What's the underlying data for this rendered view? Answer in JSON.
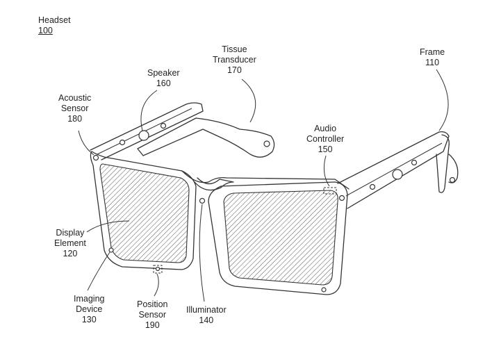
{
  "figure": {
    "title": {
      "name": "Headset",
      "number": "100"
    },
    "callouts": [
      {
        "id": "frame",
        "name": "Frame",
        "number": "110"
      },
      {
        "id": "display-element",
        "name": "Display Element",
        "number": "120"
      },
      {
        "id": "imaging-device",
        "name": "Imaging Device",
        "number": "130"
      },
      {
        "id": "illuminator",
        "name": "Illuminator",
        "number": "140"
      },
      {
        "id": "audio-controller",
        "name": "Audio Controller",
        "number": "150"
      },
      {
        "id": "speaker",
        "name": "Speaker",
        "number": "160"
      },
      {
        "id": "tissue-transducer",
        "name": "Tissue Transducer",
        "number": "170"
      },
      {
        "id": "acoustic-sensor",
        "name": "Acoustic Sensor",
        "number": "180"
      },
      {
        "id": "position-sensor",
        "name": "Position Sensor",
        "number": "190"
      }
    ],
    "labels": {
      "headset": "Headset",
      "headset_num": "100",
      "frame_1": "Frame",
      "frame_num": "110",
      "display_1": "Display",
      "display_2": "Element",
      "display_num": "120",
      "imaging_1": "Imaging",
      "imaging_2": "Device",
      "imaging_num": "130",
      "illuminator_1": "Illuminator",
      "illuminator_num": "140",
      "audio_1": "Audio",
      "audio_2": "Controller",
      "audio_num": "150",
      "speaker_1": "Speaker",
      "speaker_num": "160",
      "tissue_1": "Tissue",
      "tissue_2": "Transducer",
      "tissue_num": "170",
      "acoustic_1": "Acoustic",
      "acoustic_2": "Sensor",
      "acoustic_num": "180",
      "position_1": "Position",
      "position_2": "Sensor",
      "position_num": "190"
    }
  }
}
